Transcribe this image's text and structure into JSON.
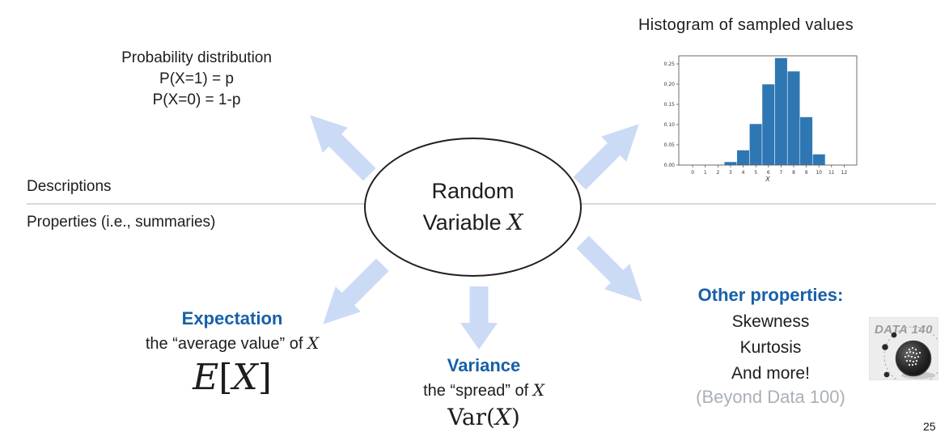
{
  "slide": {
    "page_number": "25"
  },
  "colors": {
    "accent_blue": "#1760a8",
    "arrow_blue": "#cbdbf6",
    "divider_gray": "#d8d8d8",
    "muted_gray": "#a9b0b7",
    "bar_blue": "#2f77b3"
  },
  "probability": {
    "title": "Probability distribution",
    "line1": "P(X=1) = p",
    "line2": "P(X=0) = 1-p"
  },
  "histogram": {
    "title": "Histogram of sampled values"
  },
  "chart_data": {
    "type": "bar",
    "title": "Histogram of sampled values",
    "xlabel": "X",
    "ylabel": "",
    "bin_centers": [
      3,
      4,
      5,
      6,
      7,
      8,
      9,
      10
    ],
    "bin_width": 1,
    "values": [
      0.008,
      0.037,
      0.102,
      0.2,
      0.265,
      0.232,
      0.119,
      0.027
    ],
    "x_ticks": [
      0,
      1,
      2,
      3,
      4,
      5,
      6,
      7,
      8,
      9,
      10,
      11,
      12
    ],
    "y_ticks": [
      0.0,
      0.05,
      0.1,
      0.15,
      0.2,
      0.25
    ],
    "xlim": [
      -1.1,
      13.0
    ],
    "ylim": [
      0,
      0.27
    ],
    "bar_color": "#2f77b3",
    "grid": false,
    "legend": null
  },
  "left_labels": {
    "descriptions": "Descriptions",
    "properties": "Properties (i.e., summaries)"
  },
  "center": {
    "line1": "Random",
    "line2_text": "Variable ",
    "line2_math": "X"
  },
  "expectation": {
    "title": "Expectation",
    "desc": [
      "the “average value” of ",
      "X"
    ],
    "formula": [
      "E",
      "[",
      "X",
      "]"
    ]
  },
  "variance": {
    "title": "Variance",
    "desc": [
      "the “spread” of ",
      "X"
    ],
    "formula": [
      "Var",
      "(",
      "X",
      ")"
    ]
  },
  "other": {
    "title": "Other properties:",
    "items": [
      "Skewness",
      "Kurtosis",
      "And more!"
    ],
    "note": "(Beyond Data 100)"
  },
  "logo": {
    "text": "DATA 140"
  }
}
